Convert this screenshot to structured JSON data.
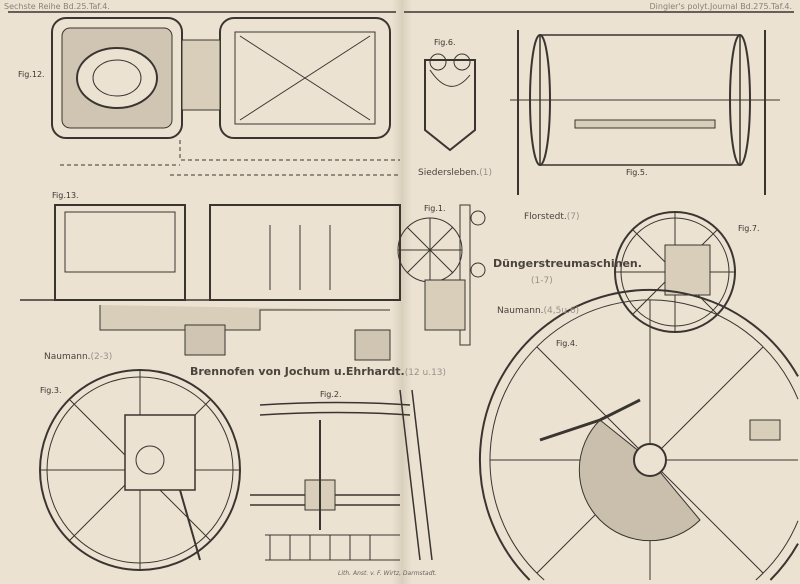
{
  "header": {
    "left": "Sechste Reihe Bd.25.Taf.4.",
    "right": "Dingler's polyt.Journal Bd.275.Taf.4."
  },
  "figures": {
    "fig12": "Fig.12.",
    "fig6": "Fig.6.",
    "fig5": "Fig.5.",
    "fig13": "Fig.13.",
    "fig1": "Fig.1.",
    "fig7": "Fig.7.",
    "fig4": "Fig.4.",
    "fig3": "Fig.3.",
    "fig2": "Fig.2."
  },
  "captions": {
    "siedersleben": "Siedersleben.",
    "siedersleben_ref": "(1)",
    "florstedt": "Florstedt.",
    "florstedt_ref": "(7)",
    "title_right": "Düngerstreumaschinen.",
    "title_right_ref": "(1-7)",
    "naumann_right": "Naumann.",
    "naumann_right_ref": "(4,5u.6)",
    "naumann_left": "Naumann.",
    "naumann_left_ref": "(2-3)",
    "title_left": "Brennofen von Jochum u.Ehrhardt.",
    "title_left_ref": "(12 u.13)"
  },
  "imprint": "Lith. Anst. v. F. Wirtz, Darmstadt.",
  "colors": {
    "paper": "#ebe2d2",
    "ink": "#3a3530"
  }
}
